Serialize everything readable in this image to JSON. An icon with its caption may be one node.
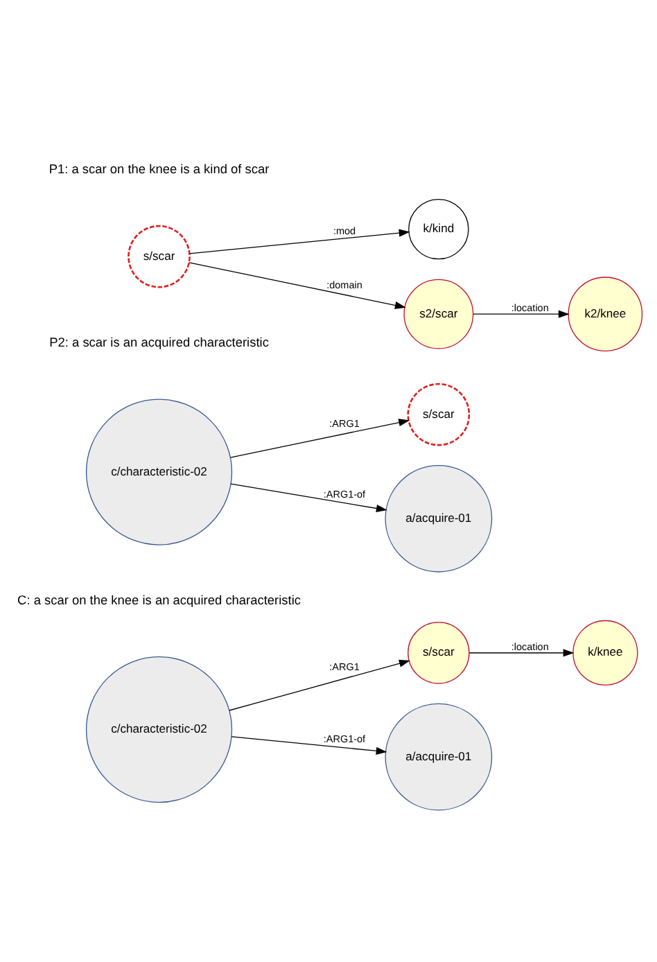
{
  "diagram": {
    "nodes": [
      {
        "text": [
          "s/scar"
        ]
      },
      {
        "text": [
          "k/kind"
        ]
      },
      {
        "text": [
          "s2/scar"
        ]
      },
      {
        "text": [
          "k2/knee"
        ]
      },
      {
        "text": [
          "c/characteristic-02"
        ]
      },
      {
        "text": [
          "s/scar"
        ]
      },
      {
        "text": [
          "a/acquire-01"
        ]
      },
      {
        "text": [
          "c/characteristic-02"
        ]
      },
      {
        "text": [
          "s/scar"
        ]
      },
      {
        "text": [
          "k/knee"
        ]
      },
      {
        "text": [
          "a/acquire-01"
        ]
      }
    ],
    "edges": [
      {
        "from": 0,
        "to": 1,
        "arrow": "to",
        "label": ":mod"
      },
      {
        "from": 0,
        "to": 2,
        "arrow": "to",
        "label": ":domain"
      },
      {
        "from": 2,
        "to": 3,
        "arrow": "to",
        "label": ":location"
      },
      {
        "from": 4,
        "to": 5,
        "arrow": "to",
        "label": ":ARG1"
      },
      {
        "from": 4,
        "to": 6,
        "arrow": "to",
        "label": ":ARG1-of"
      },
      {
        "from": 7,
        "to": 8,
        "arrow": "to",
        "label": ":ARG1"
      },
      {
        "from": 8,
        "to": 9,
        "arrow": "to",
        "label": ":location"
      },
      {
        "from": 7,
        "to": 10,
        "arrow": "to",
        "label": ":ARG1-of"
      }
    ],
    "labels": [
      "P1: a scar on the knee is a kind of scar",
      "P2: a scar is an acquired characteristic",
      "C: a scar on the knee is an acquired characteristic"
    ]
  }
}
